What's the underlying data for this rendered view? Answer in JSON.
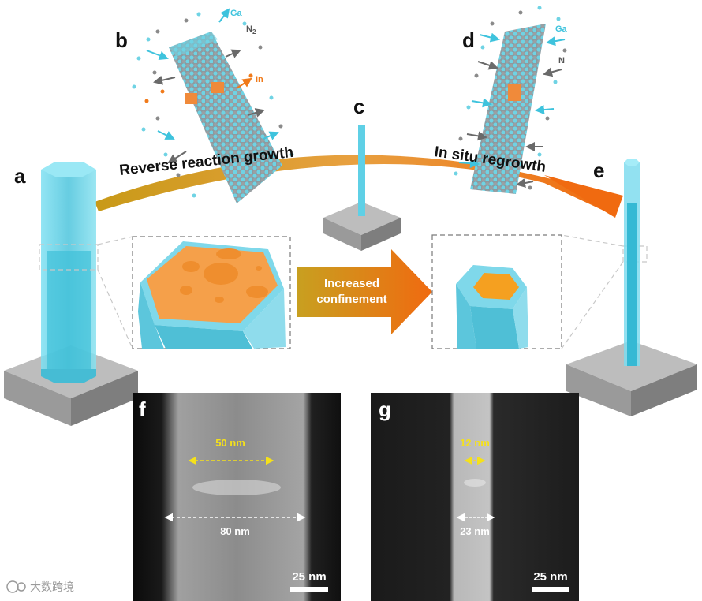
{
  "panels": {
    "a": "a",
    "b": "b",
    "c": "c",
    "d": "d",
    "e": "e",
    "f": "f",
    "g": "g"
  },
  "labels": {
    "reverse_reaction": "Reverse reaction growth",
    "in_situ": "In situ regrowth",
    "arrow_line1": "Increased",
    "arrow_line2": "confinement"
  },
  "elements": {
    "ga": "Ga",
    "n2": "N",
    "n2_sub": "2",
    "in": "In",
    "n": "N"
  },
  "measurements": {
    "f_inner": "50 nm",
    "f_outer": "80 nm",
    "f_scale": "25 nm",
    "g_inner": "12 nm",
    "g_outer": "23 nm",
    "g_scale": "25 nm"
  },
  "watermark": "大数跨境",
  "colors": {
    "cyan": "#5fd0e6",
    "orange": "#f5a04a",
    "arrow_gold": "#c8a020",
    "arrow_orange": "#f07a1a",
    "yellow_label": "#f5e11a",
    "substrate": "#9a9a9a"
  }
}
